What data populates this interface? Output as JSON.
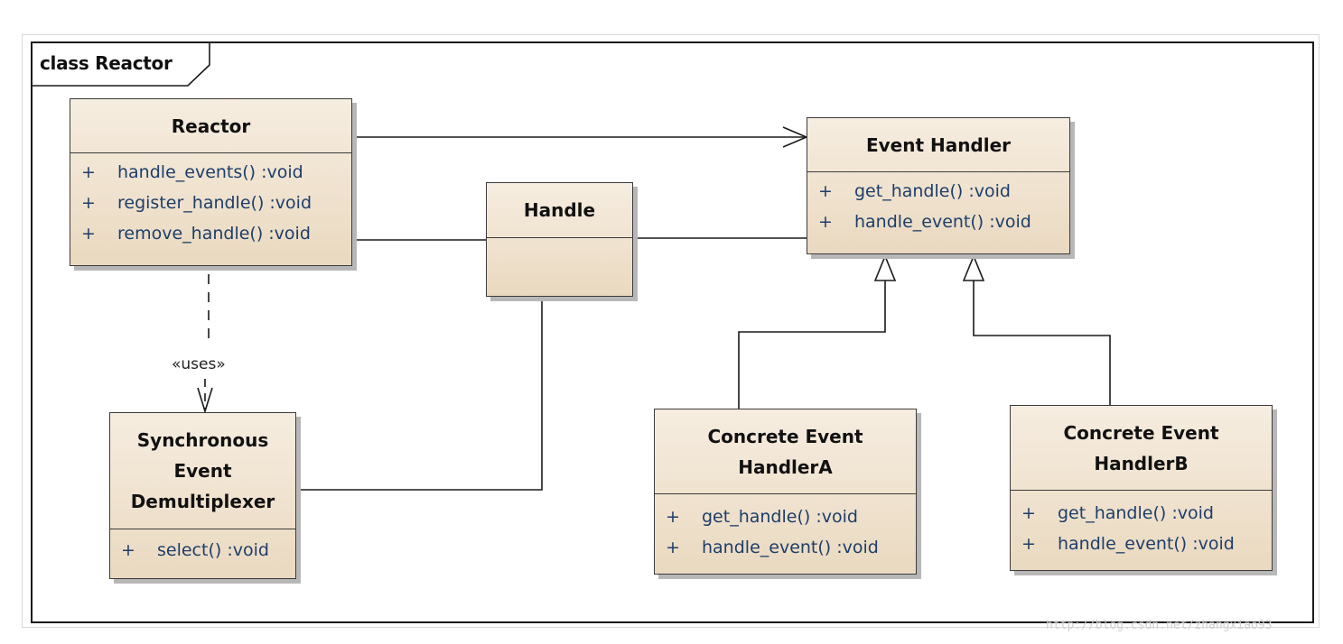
{
  "frame": {
    "title": "class Reactor"
  },
  "classes": {
    "reactor": {
      "name": "Reactor",
      "operations": [
        {
          "visibility": "+",
          "signature": "handle_events()  :void"
        },
        {
          "visibility": "+",
          "signature": "register_handle()  :void"
        },
        {
          "visibility": "+",
          "signature": "remove_handle()  :void"
        }
      ]
    },
    "handle": {
      "name": "Handle"
    },
    "event_handler": {
      "name": "Event Handler",
      "operations": [
        {
          "visibility": "+",
          "signature": "get_handle()  :void"
        },
        {
          "visibility": "+",
          "signature": "handle_event()  :void"
        }
      ]
    },
    "sync_demux": {
      "name_lines": [
        "Synchronous",
        "Event",
        "Demultiplexer"
      ],
      "operations": [
        {
          "visibility": "+",
          "signature": "select()  :void"
        }
      ]
    },
    "concrete_a": {
      "name_lines": [
        "Concrete Event",
        "HandlerA"
      ],
      "operations": [
        {
          "visibility": "+",
          "signature": "get_handle()  :void"
        },
        {
          "visibility": "+",
          "signature": "handle_event()  :void"
        }
      ]
    },
    "concrete_b": {
      "name_lines": [
        "Concrete Event",
        "HandlerB"
      ],
      "operations": [
        {
          "visibility": "+",
          "signature": "get_handle()  :void"
        },
        {
          "visibility": "+",
          "signature": "handle_event()  :void"
        }
      ]
    }
  },
  "relations": {
    "uses_stereotype": "«uses»"
  },
  "watermark": "http://blog.csdn.net/zhangxiao93",
  "colors": {
    "class_fill_top": "#f6ede0",
    "class_fill_bottom": "#ead9c0",
    "operation_text": "#1d3e6a",
    "line": "#1a1a1a"
  }
}
